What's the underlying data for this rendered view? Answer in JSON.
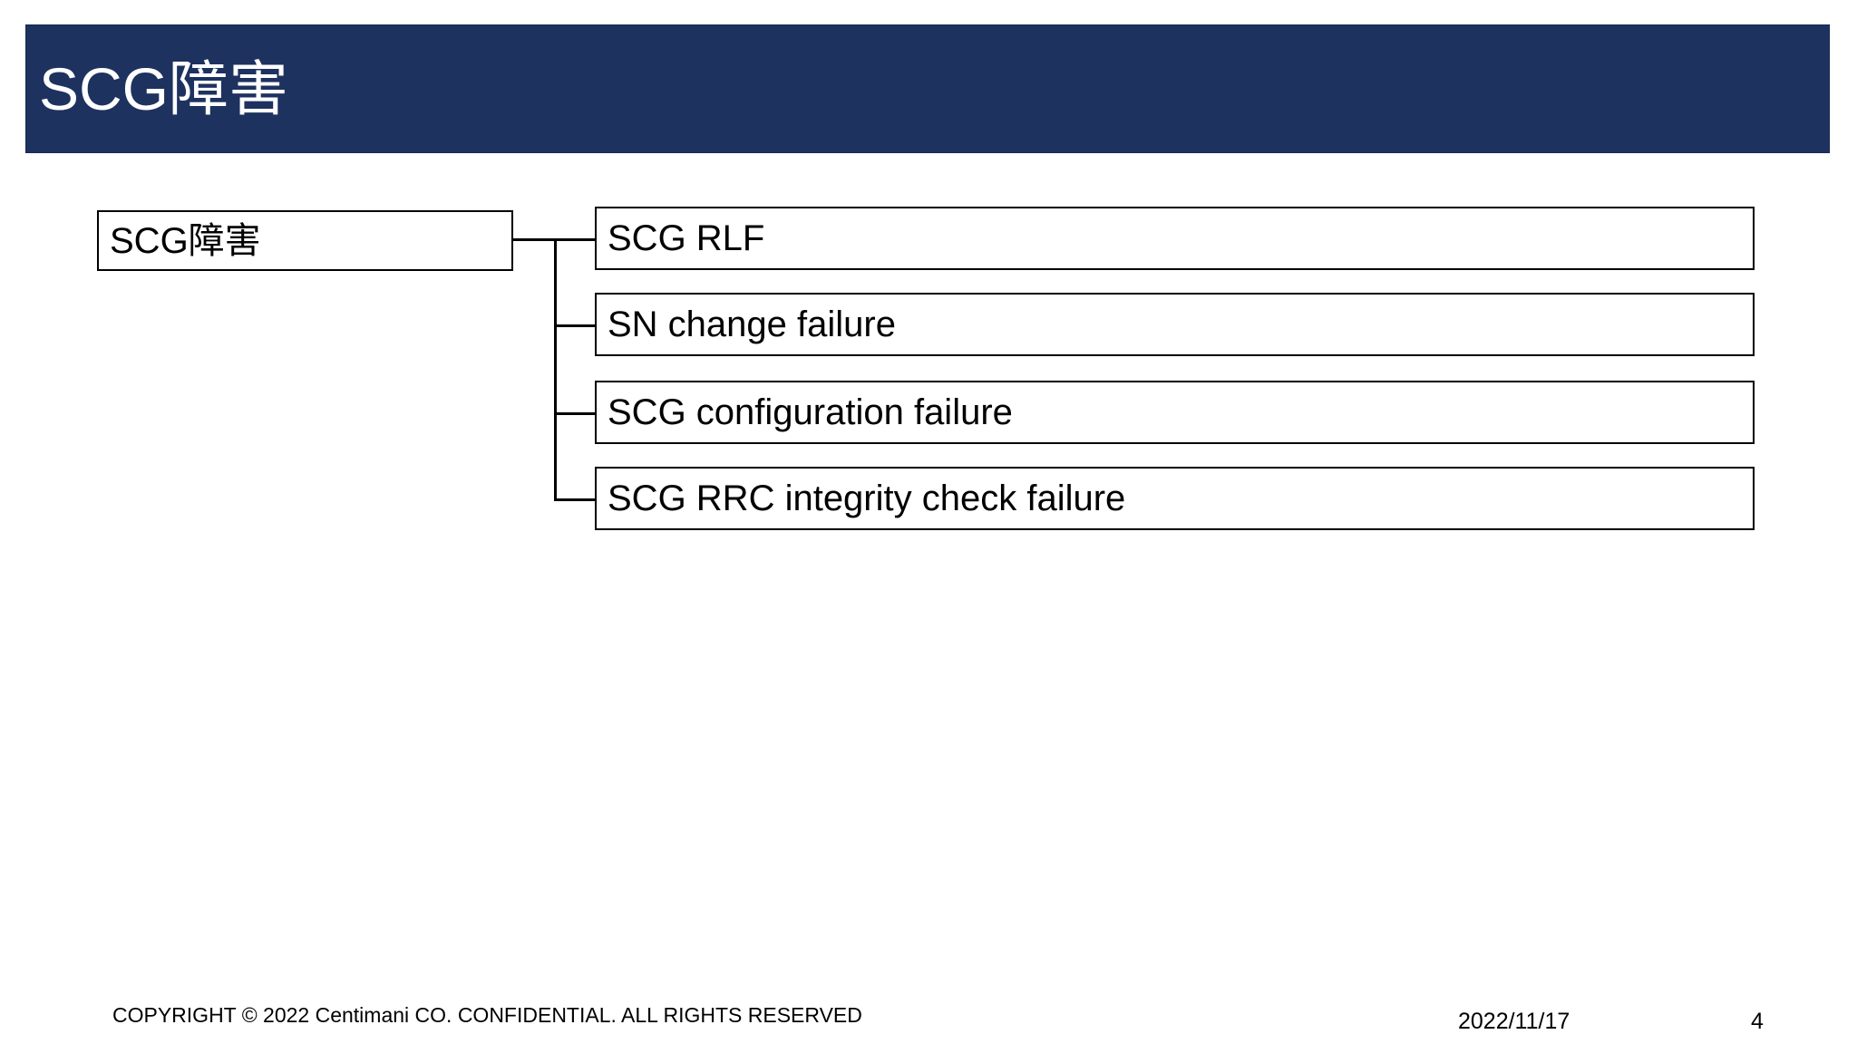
{
  "slide": {
    "title": "SCG障害",
    "title_bar_color": "#1e3260",
    "title_text_color": "#ffffff",
    "background_color": "#ffffff"
  },
  "diagram": {
    "type": "tree",
    "root": {
      "label": "SCG障害"
    },
    "children": [
      {
        "label": "SCG RLF"
      },
      {
        "label": "SN change failure"
      },
      {
        "label": "SCG configuration failure"
      },
      {
        "label": "SCG RRC integrity check failure"
      }
    ],
    "line_color": "#000000",
    "box_border_color": "#000000",
    "box_fill_color": "#ffffff"
  },
  "footer": {
    "copyright": "COPYRIGHT © 2022 Centimani CO. CONFIDENTIAL. ALL RIGHTS RESERVED",
    "date": "2022/11/17",
    "page_number": "4"
  }
}
